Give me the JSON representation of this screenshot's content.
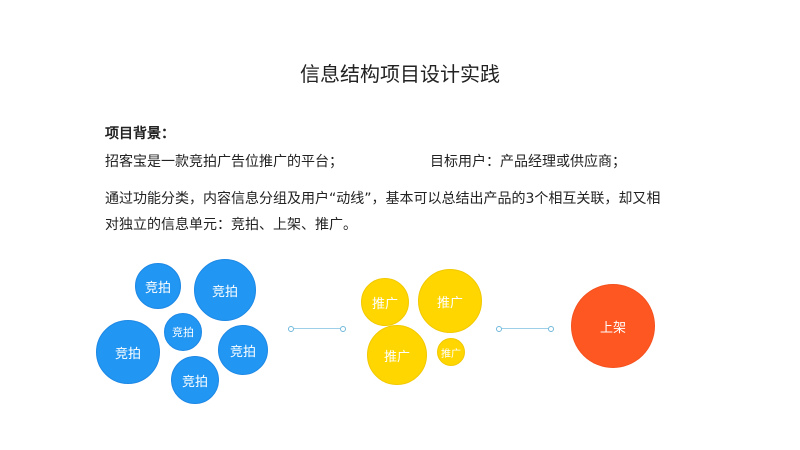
{
  "title": "信息结构项目设计实践",
  "background_heading": "项目背景：",
  "line1_left": "招客宝是一款竞拍广告位推广的平台；",
  "line1_right": "目标用户：产品经理或供应商；",
  "para_line1": "通过功能分类，内容信息分组及用户“动线”，基本可以总结出产品的3个相互关联，却又相",
  "para_line2": "对独立的信息单元：竞拍、上架、推广。",
  "groups": {
    "bidding": {
      "label": "竞拍",
      "color": "#2196f3"
    },
    "promotion": {
      "label": "推广",
      "color": "#ffd600"
    },
    "listing": {
      "label": "上架",
      "color": "#ff5722"
    }
  }
}
